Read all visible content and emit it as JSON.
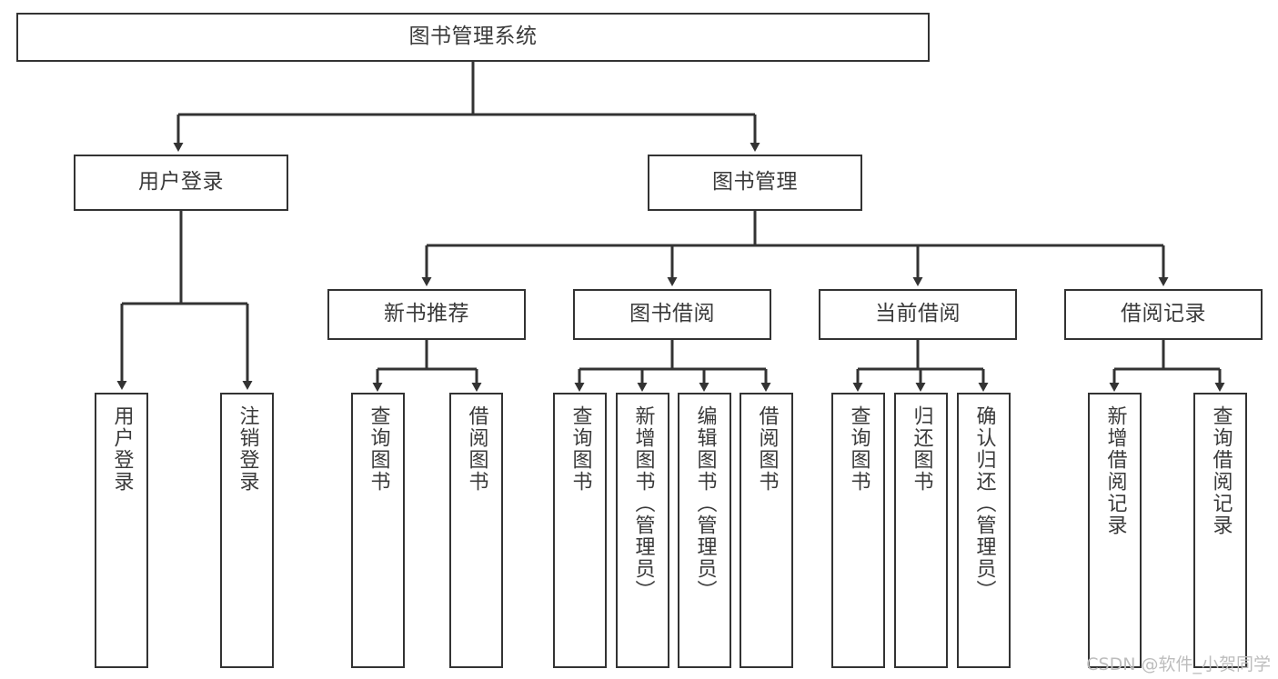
{
  "diagram": {
    "type": "tree-hierarchy",
    "title": "图书管理系统",
    "watermark": "CSDN @软件_小贺同学",
    "colors": {
      "box_border": "#333333",
      "box_fill": "#ffffff",
      "text": "#3a3a3a",
      "connector": "#333333",
      "watermark": "#bdbdbd",
      "background": "#ffffff"
    },
    "nodes": {
      "root": {
        "label": "图书管理系统",
        "level": 1
      },
      "login": {
        "label": "用户登录",
        "level": 2
      },
      "book_mgmt": {
        "label": "图书管理",
        "level": 2
      },
      "new_book": {
        "label": "新书推荐",
        "level": 3
      },
      "borrow": {
        "label": "图书借阅",
        "level": 3
      },
      "current": {
        "label": "当前借阅",
        "level": 3
      },
      "record": {
        "label": "借阅记录",
        "level": 3
      },
      "leaf_user_login": {
        "label": "用户登录",
        "level": 4
      },
      "leaf_logout": {
        "label": "注销登录",
        "level": 4
      },
      "leaf_query_book_1": {
        "label": "查询图书",
        "level": 4
      },
      "leaf_borrow_book_1": {
        "label": "借阅图书",
        "level": 4
      },
      "leaf_query_book_2": {
        "label": "查询图书",
        "level": 4
      },
      "leaf_add_book": {
        "label": "新增图书（管理员）",
        "level": 4
      },
      "leaf_edit_book": {
        "label": "编辑图书（管理员）",
        "level": 4
      },
      "leaf_borrow_book_2": {
        "label": "借阅图书",
        "level": 4
      },
      "leaf_query_book_3": {
        "label": "查询图书",
        "level": 4
      },
      "leaf_return_book": {
        "label": "归还图书",
        "level": 4
      },
      "leaf_confirm_return": {
        "label": "确认归还（管理员）",
        "level": 4
      },
      "leaf_add_record": {
        "label": "新增借阅记录",
        "level": 4
      },
      "leaf_query_record": {
        "label": "查询借阅记录",
        "level": 4
      }
    }
  }
}
